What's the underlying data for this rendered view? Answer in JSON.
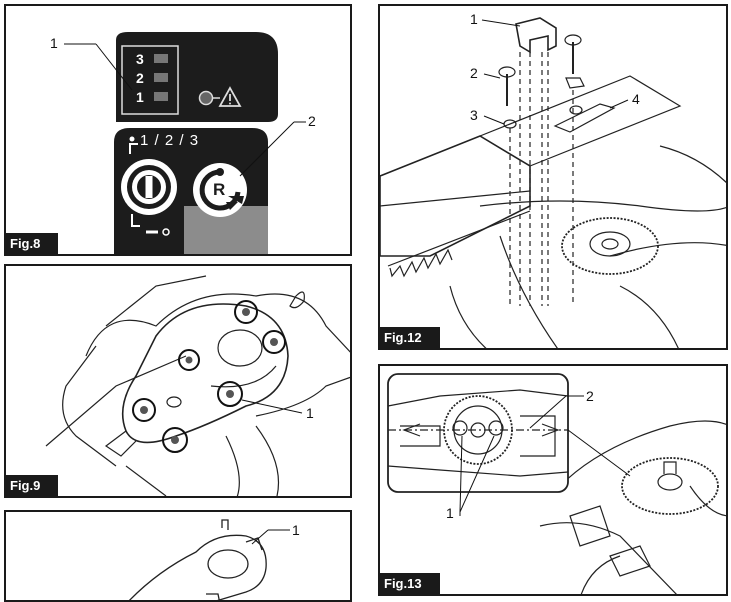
{
  "fig8": {
    "label": "Fig.8",
    "callouts": [
      "1",
      "2"
    ],
    "led_levels": [
      "3",
      "2",
      "1"
    ],
    "mode_sequence": "1 / 2 / 3",
    "reverse_letter": "R"
  },
  "fig9": {
    "label": "Fig.9",
    "callouts": [
      "1"
    ]
  },
  "fig10": {
    "callouts": [
      "1"
    ]
  },
  "fig12": {
    "label": "Fig.12",
    "callouts": [
      "1",
      "2",
      "3",
      "4"
    ]
  },
  "fig13": {
    "label": "Fig.13",
    "callouts": [
      "2",
      "1"
    ]
  }
}
